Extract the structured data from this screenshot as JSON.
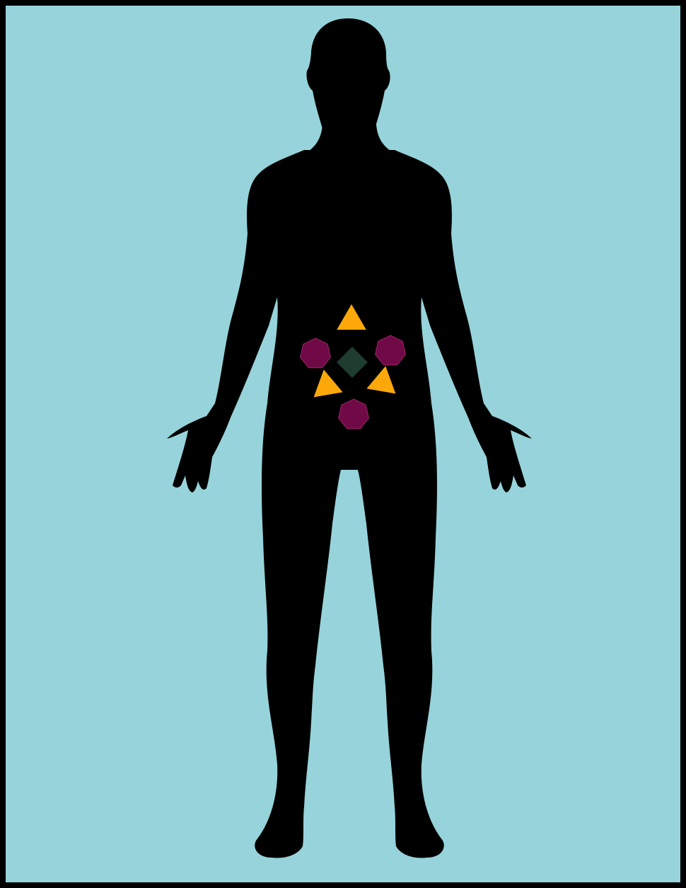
{
  "diagram": {
    "background_color": "#97d3da",
    "border_color": "#000000",
    "figure_color": "#000000",
    "figure": "human-body-silhouette",
    "markers": [
      {
        "shape": "triangle",
        "icon": "triangle-icon",
        "color": "#fca80b"
      },
      {
        "shape": "heptagon",
        "icon": "heptagon-icon",
        "color": "#700a47"
      },
      {
        "shape": "diamond",
        "icon": "diamond-icon",
        "color": "#1f3d2e"
      },
      {
        "shape": "heptagon",
        "icon": "heptagon-icon",
        "color": "#700a47"
      },
      {
        "shape": "triangle",
        "icon": "triangle-icon",
        "color": "#fca80b"
      },
      {
        "shape": "triangle",
        "icon": "triangle-icon",
        "color": "#fca80b"
      },
      {
        "shape": "heptagon",
        "icon": "heptagon-icon",
        "color": "#700a47"
      }
    ]
  }
}
